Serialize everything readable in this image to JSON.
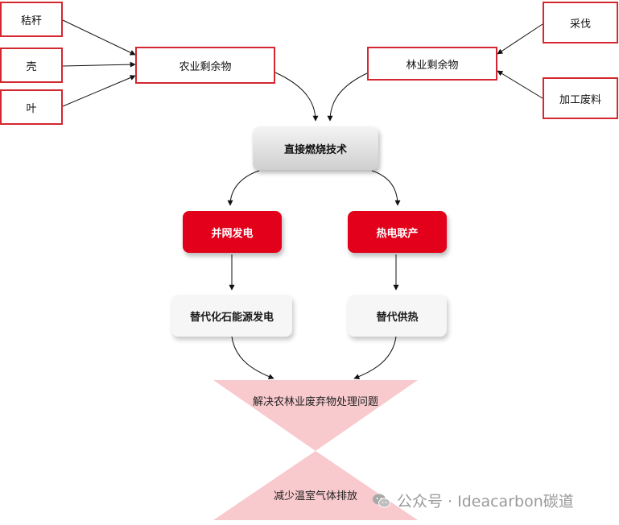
{
  "sources": {
    "straw": "秸秆",
    "shell": "壳",
    "leaf": "叶",
    "logging": "采伐",
    "processing_waste": "加工废料"
  },
  "residues": {
    "agricultural": "农业剩余物",
    "forestry": "林业剩余物"
  },
  "technology": "直接燃烧技术",
  "uses": {
    "grid_power": "并网发电",
    "chp": "热电联产"
  },
  "substitutes": {
    "fossil_power": "替代化石能源发电",
    "heat_supply": "替代供热"
  },
  "outcomes": {
    "waste_problem": "解决农林业废弃物处理问题",
    "ghg_reduction": "减少温室气体排放"
  },
  "watermark": {
    "text": "公众号 · Ideacarbon碳道",
    "icon": "wechat-icon"
  },
  "colors": {
    "accent_red": "#e3001b",
    "outline_red": "#d4272f",
    "hourglass_pink": "#f8c9cd"
  }
}
